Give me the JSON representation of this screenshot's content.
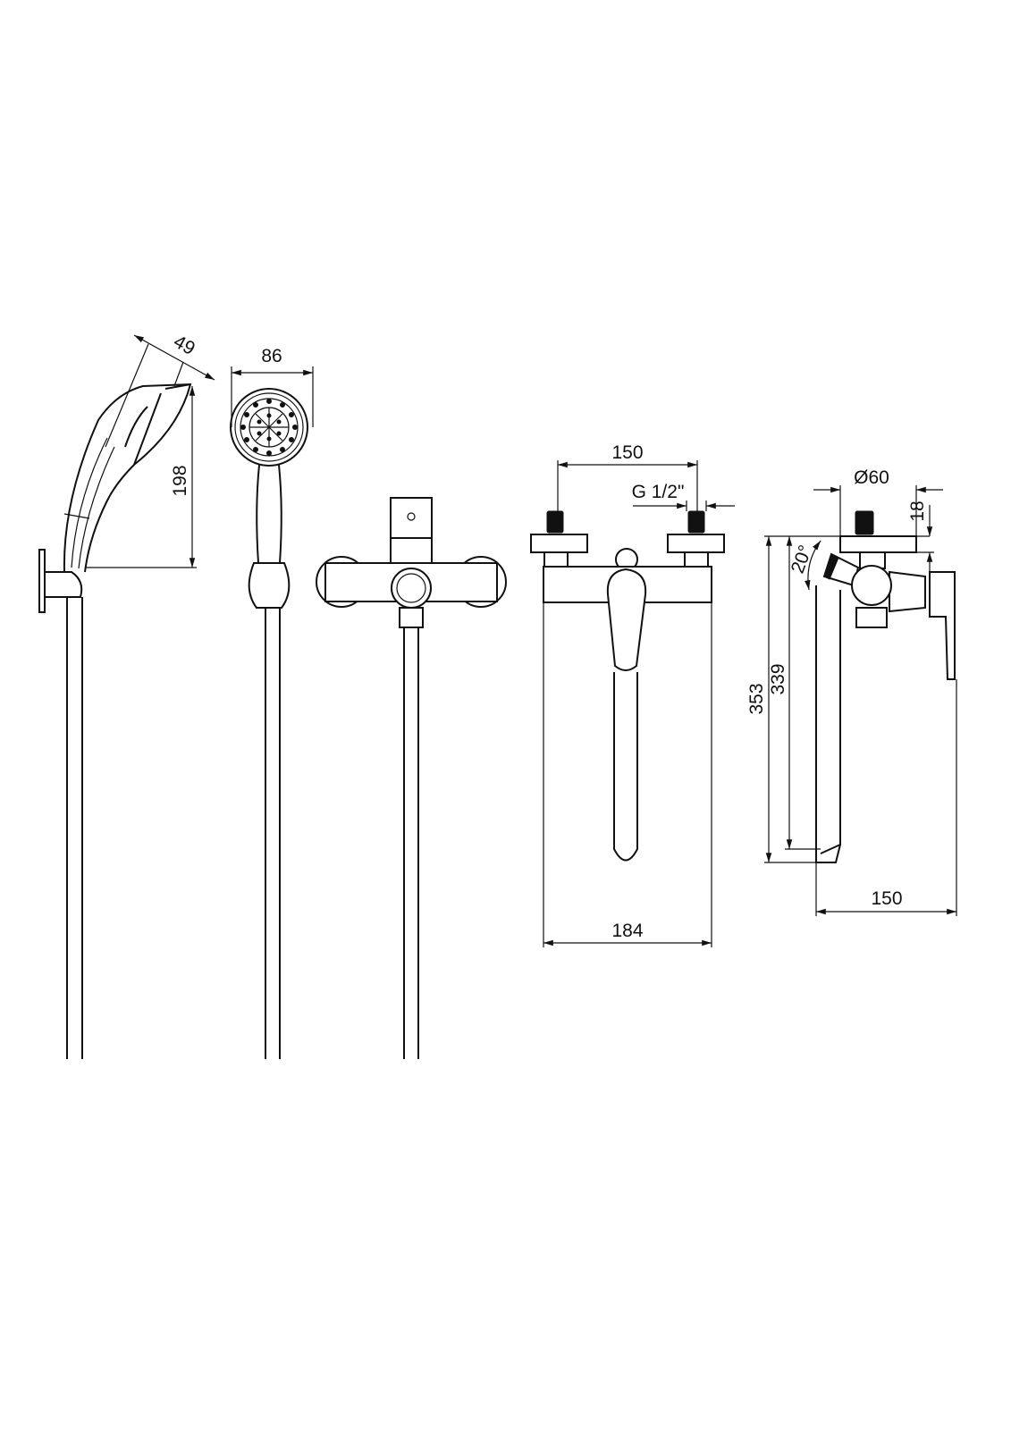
{
  "drawing": {
    "views": [
      "handshower-side-view",
      "handshower-front-view",
      "mixer-wall-view",
      "mixer-front-view",
      "mixer-side-view"
    ],
    "dimensions": {
      "handshower_depth": "49",
      "handshower_width": "86",
      "handshower_height": "198",
      "connection_spacing": "150",
      "thread": "G 1/2\"",
      "flange_diameter": "Ø60",
      "flange_depth": "18",
      "tilt_angle": "20°",
      "total_height": "353",
      "spout_height": "339",
      "body_width": "184",
      "projection": "150"
    },
    "line_color": "#111111"
  }
}
